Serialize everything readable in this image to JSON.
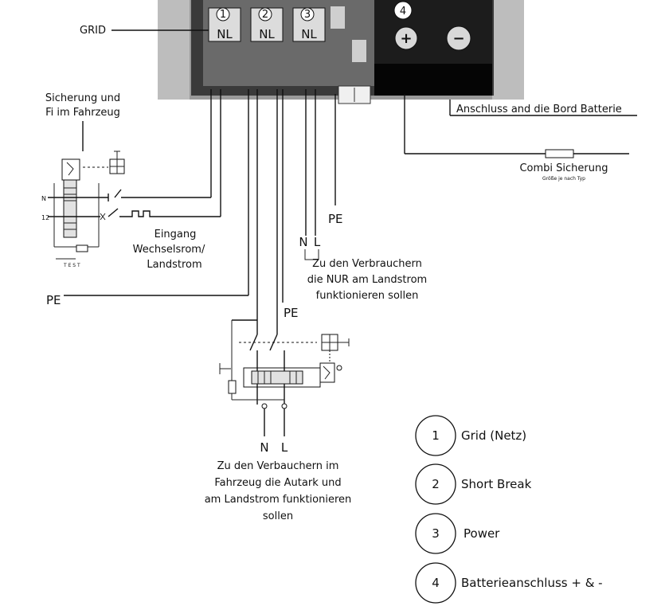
{
  "labels": {
    "grid": "GRID",
    "fuse_line1": "Sicherung und",
    "fuse_line2": "Fi im Fahrzeug",
    "input_line1": "Eingang",
    "input_line2": "Wechselsrom/",
    "input_line3": "Landstrom",
    "pe_left": "PE",
    "pe_mid": "PE",
    "pe_right": "PE",
    "n_right": "N",
    "l_right": "L",
    "consumers_shore_1": "Zu den Verbrauchern",
    "consumers_shore_2": "die NUR am Landstrom",
    "consumers_shore_3": "funktionieren sollen",
    "n_bottom": "N",
    "l_bottom": "L",
    "consumers_all_1": "Zu den Verbauchern im",
    "consumers_all_2": "Fahrzeug die Autark und",
    "consumers_all_3": "am Landstrom funktionieren",
    "consumers_all_4": "sollen",
    "battery_connection": "Anschluss and die Bord Batterie",
    "combi_fuse": "Combi Sicherung",
    "combi_fuse_note": "Größe je nach Typ",
    "rcd_n": "N",
    "rcd_12": "12",
    "rcd_test": "T E S T",
    "terminal_plus": "+",
    "terminal_minus": "−"
  },
  "device_terminals": [
    {
      "num": "1",
      "pins": "NL"
    },
    {
      "num": "2",
      "pins": "NL"
    },
    {
      "num": "3",
      "pins": "NL"
    },
    {
      "num": "4",
      "pins": ""
    }
  ],
  "legend": [
    {
      "num": "1",
      "text": "Grid (Netz)"
    },
    {
      "num": "2",
      "text": "Short Break"
    },
    {
      "num": "3",
      "text": "Power"
    },
    {
      "num": "4",
      "text": "Batterieanschluss + & -"
    }
  ]
}
